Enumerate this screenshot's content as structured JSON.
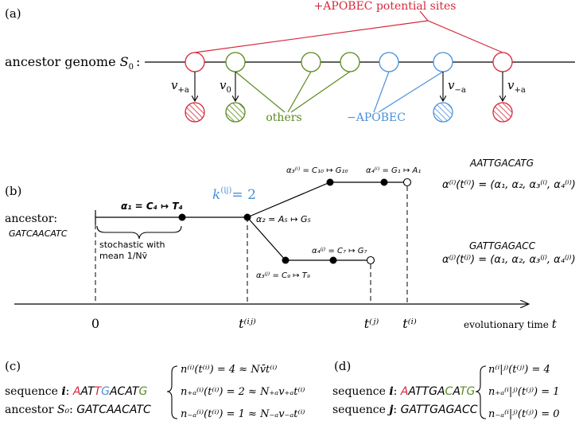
{
  "panel_a": {
    "label": "(a)",
    "title": "+APOBEC potential sites",
    "ancestor_label": "ancestor genome ",
    "ancestor_sym": "S",
    "ancestor_sub": "0",
    "ancestor_colon": ":",
    "rates": {
      "plus_a_1": "v",
      "plus_a_1_sub": "+a",
      "zero": "v",
      "zero_sub": "0",
      "minus_a": "v",
      "minus_a_sub": "−a",
      "plus_a_2": "v",
      "plus_a_2_sub": "+a"
    },
    "others_label": "others",
    "minus_apobec_label": "−APOBEC"
  },
  "panel_b": {
    "label": "(b)",
    "ancestor_label": "ancestor:",
    "ancestor_seq": "GATCAACATC",
    "stochastic_line1": "stochastic with",
    "stochastic_line2": "mean 1/Nv̄",
    "k_label": "k",
    "k_sup": "(ij)",
    "k_eq": "= 2",
    "alpha1": "α₁ = C₄ ↦ T₄",
    "alpha2": "α₂ = A₅ ↦ G₅",
    "alpha3i": "α₃⁽ⁱ⁾ = C₁₀ ↦ G₁₀",
    "alpha4i": "α₄⁽ⁱ⁾ = G₁ ↦ A₁",
    "alpha3j": "α₃⁽ʲ⁾ = C₉ ↦ T₉",
    "alpha4j": "α₄⁽ʲ⁾ = C₇ ↦ G₇",
    "seq_i": "AATTGACATG",
    "seq_j": "GATTGAGACC",
    "formula_i": "α⁽ⁱ⁾(t⁽ⁱ⁾) = (α₁, α₂, α₃⁽ⁱ⁾, α₄⁽ⁱ⁾)",
    "formula_j": "α⁽ʲ⁾(t⁽ʲ⁾) = (α₁, α₂, α₃⁽ʲ⁾, α₄⁽ʲ⁾)",
    "tick_0": "0",
    "tick_tij": "t⁽ⁱʲ⁾",
    "tick_tj": "t⁽ʲ⁾",
    "tick_ti": "t⁽ⁱ⁾",
    "axis_label": "evolutionary time ",
    "axis_var": "t"
  },
  "panel_c": {
    "label": "(c)",
    "row1_label": "sequence ",
    "row1_var": "i",
    "row1_colon": ": ",
    "seq_i_chars": [
      {
        "c": "A",
        "color": "#d6283b"
      },
      {
        "c": "A",
        "color": "#000000"
      },
      {
        "c": "T",
        "color": "#000000"
      },
      {
        "c": "T",
        "color": "#d6283b"
      },
      {
        "c": "G",
        "color": "#4a90d9"
      },
      {
        "c": "A",
        "color": "#000000"
      },
      {
        "c": "C",
        "color": "#000000"
      },
      {
        "c": "A",
        "color": "#000000"
      },
      {
        "c": "T",
        "color": "#000000"
      },
      {
        "c": "G",
        "color": "#5a8a1e"
      }
    ],
    "row2_label": "ancestor ",
    "row2_sym": "S₀",
    "row2_colon": ": ",
    "seq_anc": "GATCAACATC",
    "eq1": "n⁽ⁱ⁾(t⁽ⁱ⁾) = 4 ≈ Nv̄t⁽ⁱ⁾",
    "eq2": "n₊ₐ⁽ⁱ⁾(t⁽ⁱ⁾) = 2 ≈ N₊ₐv₊ₐt⁽ⁱ⁾",
    "eq3": "n₋ₐ⁽ⁱ⁾(t⁽ⁱ⁾) = 1 ≈ N₋ₐv₋ₐt⁽ⁱ⁾"
  },
  "panel_d": {
    "label": "(d)",
    "row1_label": "sequence ",
    "row1_var": "i",
    "row1_colon": ": ",
    "seq_i_chars": [
      {
        "c": "A",
        "color": "#d6283b"
      },
      {
        "c": "A",
        "color": "#000000"
      },
      {
        "c": "T",
        "color": "#000000"
      },
      {
        "c": "T",
        "color": "#000000"
      },
      {
        "c": "G",
        "color": "#000000"
      },
      {
        "c": "A",
        "color": "#000000"
      },
      {
        "c": "C",
        "color": "#5a8a1e"
      },
      {
        "c": "A",
        "color": "#000000"
      },
      {
        "c": "T",
        "color": "#5a8a1e"
      },
      {
        "c": "G",
        "color": "#5a8a1e"
      }
    ],
    "row2_label": "sequence ",
    "row2_var": "j",
    "row2_colon": ": ",
    "seq_j": "GATTGAGACC",
    "eq1": "n⁽ⁱ|ʲ⁾(t⁽ʲ⁾) = 4",
    "eq2": "n₊ₐ⁽ⁱ|ʲ⁾(t⁽ʲ⁾) = 1",
    "eq3": "n₋ₐ⁽ⁱ|ʲ⁾(t⁽ʲ⁾) = 0"
  },
  "colors": {
    "apobec_plus": "#d6283b",
    "others": "#5a8a1e",
    "apobec_minus": "#4a90d9"
  }
}
